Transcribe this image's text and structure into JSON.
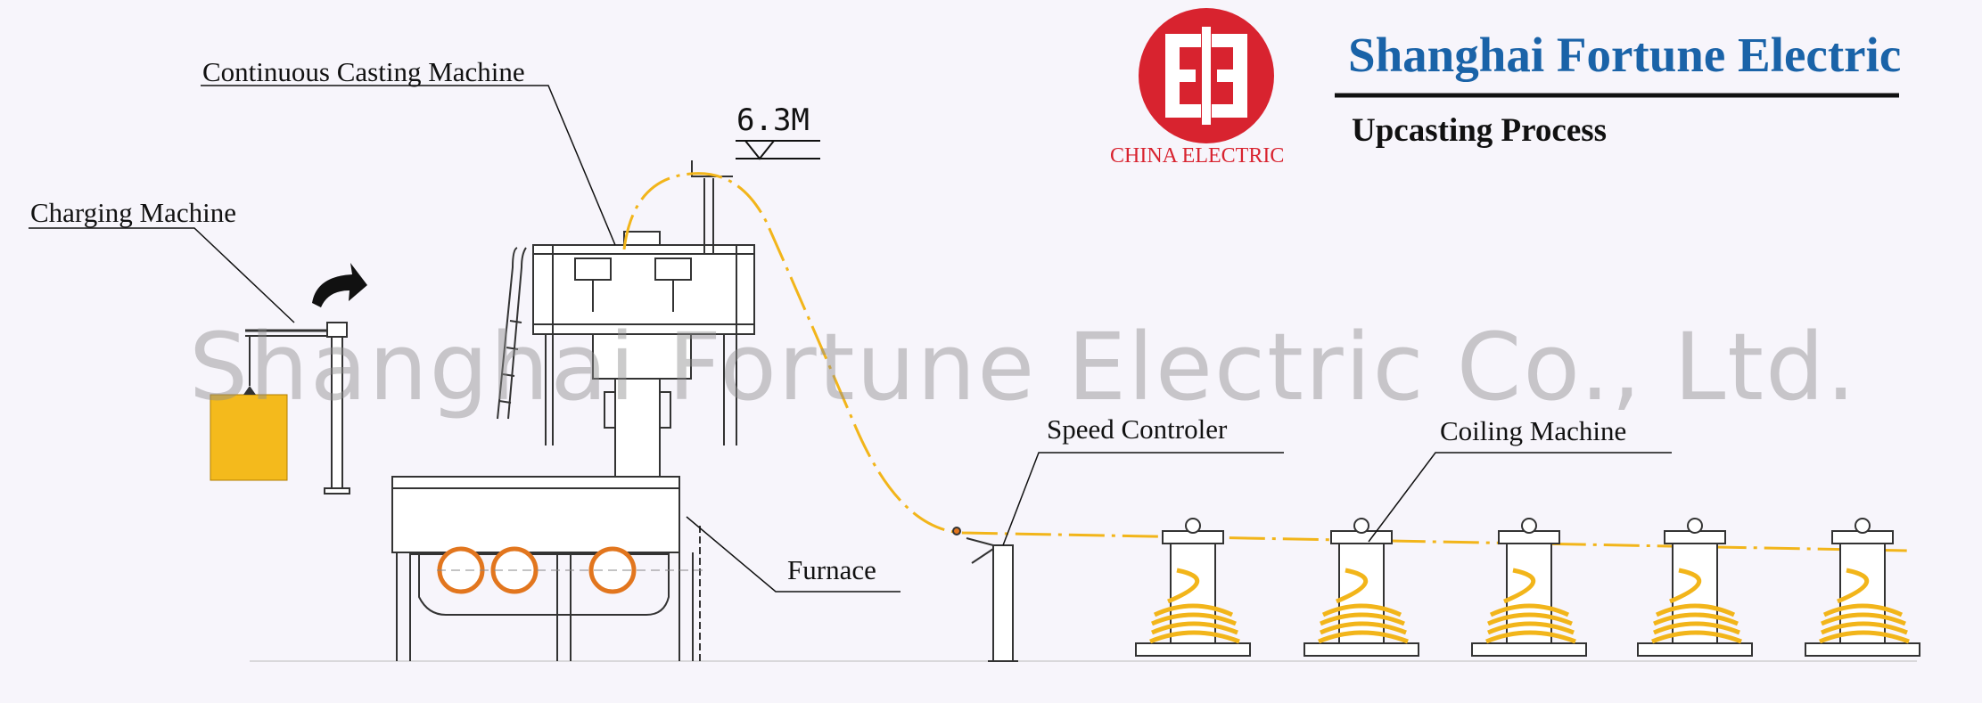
{
  "header": {
    "company": "Shanghai Fortune Electric",
    "subtitle": "Upcasting Process",
    "logo_text": "CHINA ELECTRIC"
  },
  "watermark": "Shanghai Fortune Electric Co., Ltd.",
  "labels": {
    "charging_machine": "Charging Machine",
    "continuous_casting_machine": "Continuous Casting Machine",
    "furnace": "Furnace",
    "speed_controller": "Speed Controler",
    "coiling_machine": "Coiling Machine",
    "elevation": "6.3M"
  },
  "colors": {
    "logo_red": "#d8232f",
    "title_blue": "#1a63a8",
    "rod_yellow": "#f2b51a",
    "charge_box": "#f4ba1c",
    "crucible_orange": "#e2761e"
  }
}
